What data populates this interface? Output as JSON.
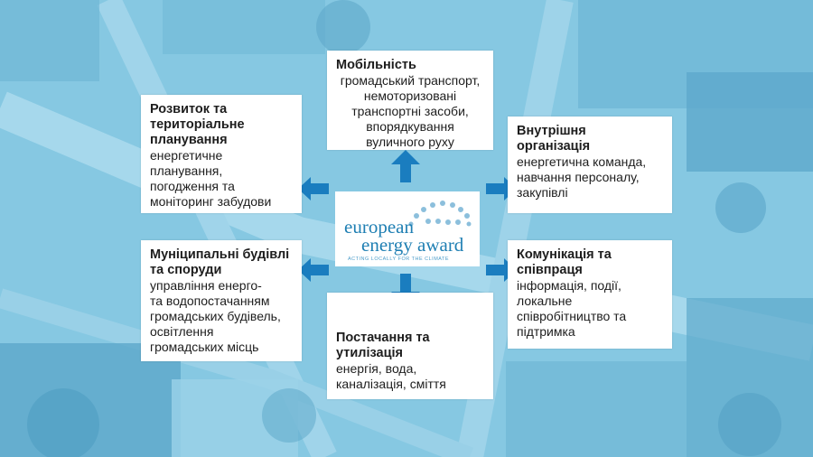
{
  "colors": {
    "background": "#7fc3df",
    "arrow": "#1a7dbf",
    "logo_text": "#1f7fb3",
    "box": "#ffffff"
  },
  "center": {
    "logo_line1": "european",
    "logo_line2": "energy award",
    "logo_tagline": "ACTING LOCALLY FOR THE CLIMATE"
  },
  "areas": {
    "mobility": {
      "title": "Мобільність",
      "body": "громадський транспорт,\nнемоторизовані\nтранспортні засоби,\nвпорядкування\nвуличного руху"
    },
    "development": {
      "title": "Розвиток та\nтериторіальне\nпланування",
      "body": "енергетичне\nпланування,\nпогодження та\nмоніторинг забудови"
    },
    "internal": {
      "title": "Внутрішня\nорганізація",
      "body": "енергетична команда,\nнавчання персоналу,\nзакупівлі"
    },
    "municipal": {
      "title": "Муніципальні будівлі\nта споруди",
      "body": "управління енерго-\nта водопостачанням\nгромадських будівель,\nосвітлення\nгромадських місць"
    },
    "communication": {
      "title": "Комунікація та\nспівпраця",
      "body": "інформація, події,\nлокальне\nспівробітництво та\nпідтримка"
    },
    "supply": {
      "title": "Постачання та\nутилізація",
      "body": "енергія, вода,\nканалізація, сміття"
    }
  }
}
